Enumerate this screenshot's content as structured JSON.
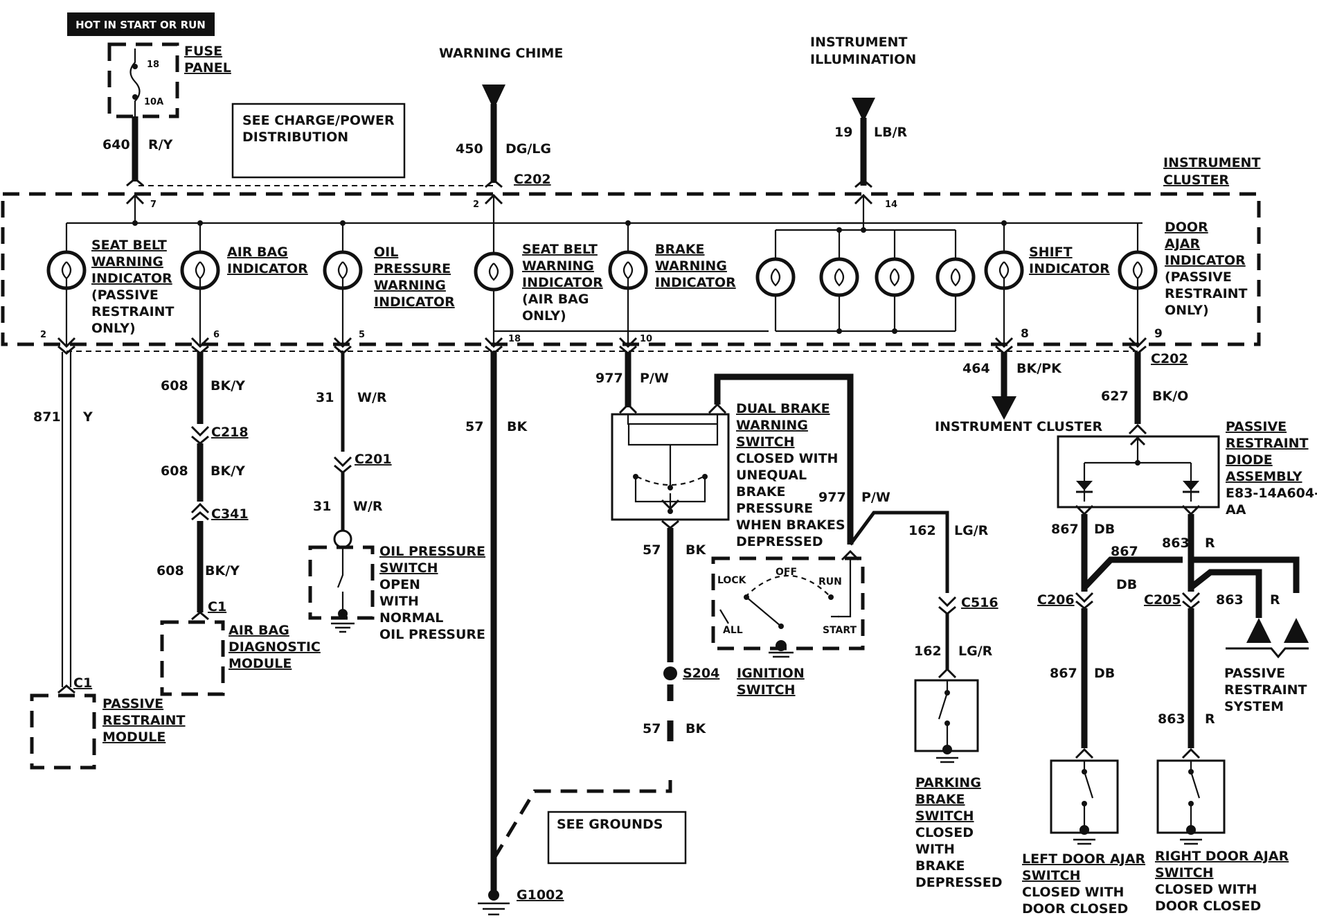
{
  "hot_label": "HOT IN START OR RUN",
  "fuse_panel": {
    "title_lines": [
      "FUSE",
      "PANEL"
    ],
    "fuse_number": "18",
    "fuse_rating": "10A"
  },
  "see_charge_lines": [
    "SEE CHARGE/POWER",
    "DISTRIBUTION"
  ],
  "see_grounds": "SEE GROUNDS",
  "warning_chime": "WARNING CHIME",
  "instrument_illumination_lines": [
    "INSTRUMENT",
    "ILLUMINATION"
  ],
  "instrument_cluster_lines": [
    "INSTRUMENT",
    "CLUSTER"
  ],
  "instrument_cluster_out": "INSTRUMENT CLUSTER",
  "connectors": {
    "c202": "C202",
    "c218": "C218",
    "c201": "C201",
    "c341": "C341",
    "c1": "C1",
    "c516": "C516",
    "c206": "C206",
    "c205": "C205",
    "s204": "S204",
    "g1002": "G1002"
  },
  "pins": {
    "p7": "7",
    "p2_top": "2",
    "p14": "14",
    "p2": "2",
    "p6": "6",
    "p5": "5",
    "p18": "18",
    "p10": "10",
    "p8": "8",
    "p9": "9"
  },
  "wires": {
    "w640": "640",
    "w640_color": "R/Y",
    "w450": "450",
    "w450_color": "DG/LG",
    "w19": "19",
    "w19_color": "LB/R",
    "w871": "871",
    "w871_color": "Y",
    "w608": "608",
    "w608_color": "BK/Y",
    "w31": "31",
    "w31_color": "W/R",
    "w57": "57",
    "w57_color": "BK",
    "w977": "977",
    "w977_color": "P/W",
    "w464": "464",
    "w464_color": "BK/PK",
    "w627": "627",
    "w627_color": "BK/O",
    "w162": "162",
    "w162_color": "LG/R",
    "w867": "867",
    "w867_color": "DB",
    "w863": "863",
    "w863_color": "R"
  },
  "indicators": {
    "seat_belt_passive": [
      "SEAT BELT",
      "WARNING",
      "INDICATOR",
      "(PASSIVE",
      "RESTRAINT",
      "ONLY)"
    ],
    "air_bag": [
      "AIR BAG",
      "INDICATOR"
    ],
    "oil_pressure": [
      "OIL",
      "PRESSURE",
      "WARNING",
      "INDICATOR"
    ],
    "seat_belt_airbag": [
      "SEAT BELT",
      "WARNING",
      "INDICATOR",
      "(AIR BAG",
      "ONLY)"
    ],
    "brake": [
      "BRAKE",
      "WARNING",
      "INDICATOR"
    ],
    "shift": [
      "SHIFT",
      "INDICATOR"
    ],
    "door_ajar": [
      "DOOR",
      "AJAR",
      "INDICATOR",
      "(PASSIVE",
      "RESTRAINT",
      "ONLY)"
    ]
  },
  "dual_brake_lines": [
    "DUAL BRAKE",
    "WARNING",
    "SWITCH",
    "CLOSED WITH",
    "UNEQUAL",
    "BRAKE",
    "PRESSURE",
    "WHEN BRAKES",
    "DEPRESSED"
  ],
  "oil_switch_lines": [
    "OIL PRESSURE",
    "SWITCH",
    "OPEN",
    "WITH",
    "NORMAL",
    "OIL PRESSURE"
  ],
  "air_bag_module_lines": [
    "AIR BAG",
    "DIAGNOSTIC",
    "MODULE"
  ],
  "passive_module_lines": [
    "PASSIVE",
    "RESTRAINT",
    "MODULE"
  ],
  "ignition": {
    "title_lines": [
      "IGNITION",
      "SWITCH"
    ],
    "lock": "LOCK",
    "off": "OFF",
    "run": "RUN",
    "all": "ALL",
    "start": "START"
  },
  "parking_brake_lines": [
    "PARKING",
    "BRAKE",
    "SWITCH",
    "CLOSED",
    "WITH",
    "BRAKE",
    "DEPRESSED"
  ],
  "diode_lines": [
    "PASSIVE",
    "RESTRAINT",
    "DIODE",
    "ASSEMBLY",
    "E83-14A604-",
    "AA"
  ],
  "passive_system_lines": [
    "PASSIVE",
    "RESTRAINT",
    "SYSTEM"
  ],
  "left_door_lines": [
    "LEFT DOOR AJAR",
    "SWITCH",
    "CLOSED WITH",
    "DOOR CLOSED"
  ],
  "right_door_lines": [
    "RIGHT DOOR AJAR",
    "SWITCH",
    "CLOSED WITH",
    "DOOR CLOSED"
  ]
}
